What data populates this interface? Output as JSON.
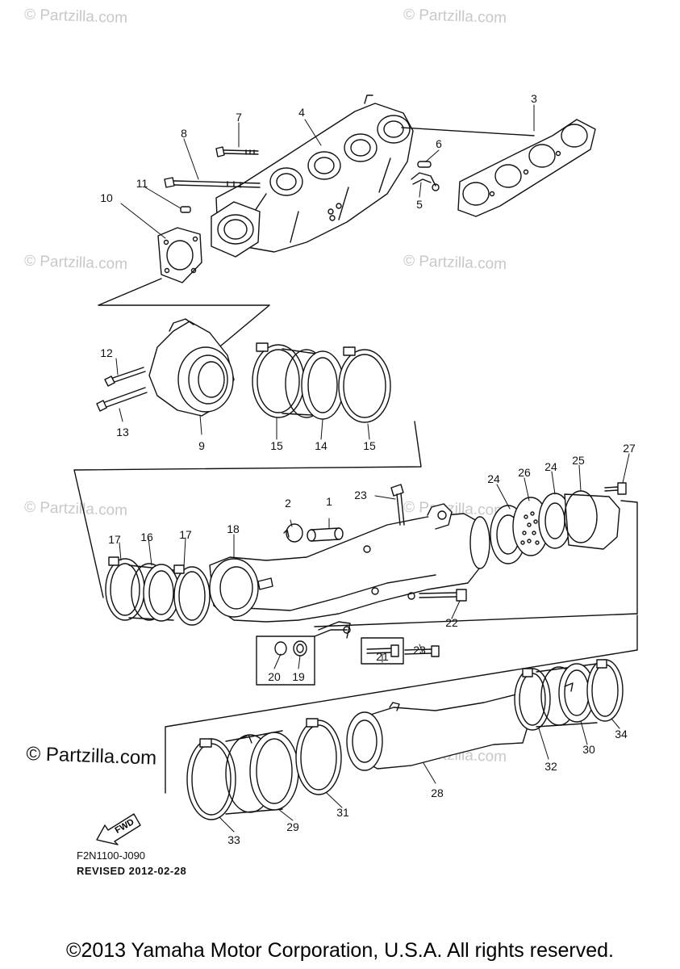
{
  "watermarks": {
    "text": "© Partzilla.com",
    "prominent": "© Partzilla.com"
  },
  "callouts": [
    "1",
    "2",
    "3",
    "4",
    "5",
    "6",
    "7",
    "8",
    "9",
    "10",
    "11",
    "12",
    "13",
    "14",
    "15",
    "15",
    "16",
    "17",
    "17",
    "18",
    "19",
    "20",
    "21",
    "22",
    "23",
    "23",
    "24",
    "24",
    "25",
    "26",
    "27",
    "28",
    "29",
    "30",
    "31",
    "32",
    "33",
    "34"
  ],
  "fwd_label": "FWD",
  "diagram_code": "F2N1100-J090",
  "revised": "REVISED 2012-02-28",
  "copyright": "©2013 Yamaha Motor Corporation, U.S.A. All rights reserved."
}
